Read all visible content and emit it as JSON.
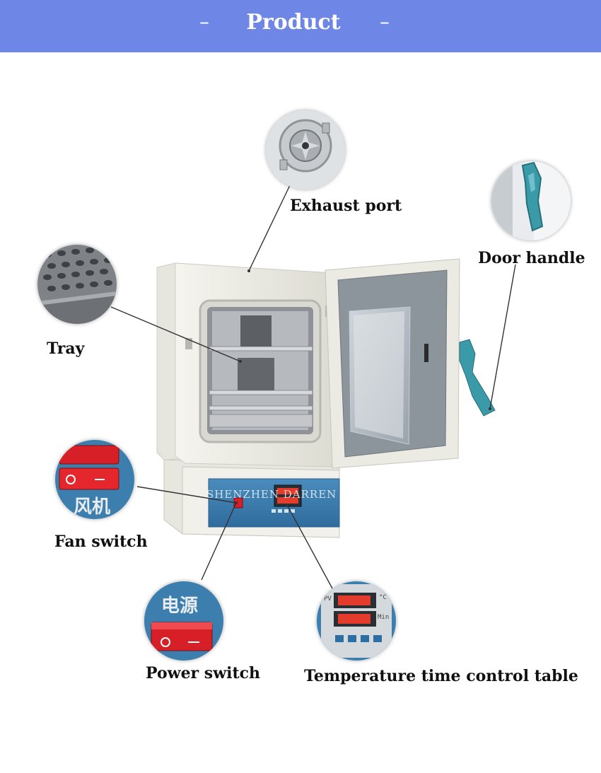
{
  "header": {
    "title": "Product",
    "dash_left": "–",
    "dash_right": "–",
    "background_color": "#6e87e6"
  },
  "watermark": "SHENZHEN DARREN CO.LIM",
  "callouts": {
    "exhaust_port": "Exhaust port",
    "door_handle": "Door handle",
    "tray": "Tray",
    "fan_switch": "Fan switch",
    "power_switch": "Power switch",
    "temperature_control": "Temperature time control table"
  },
  "detail_text": {
    "fan_switch_cn": "风机",
    "power_switch_cn": "电源",
    "panel_pv": "PV",
    "panel_unit": "°C",
    "panel_min": "Min"
  },
  "colors": {
    "oven_body": "#ecebe4",
    "control_panel": "#3d7fb0",
    "switch_red": "#d61f26",
    "handle_teal": "#3a9aa8"
  }
}
